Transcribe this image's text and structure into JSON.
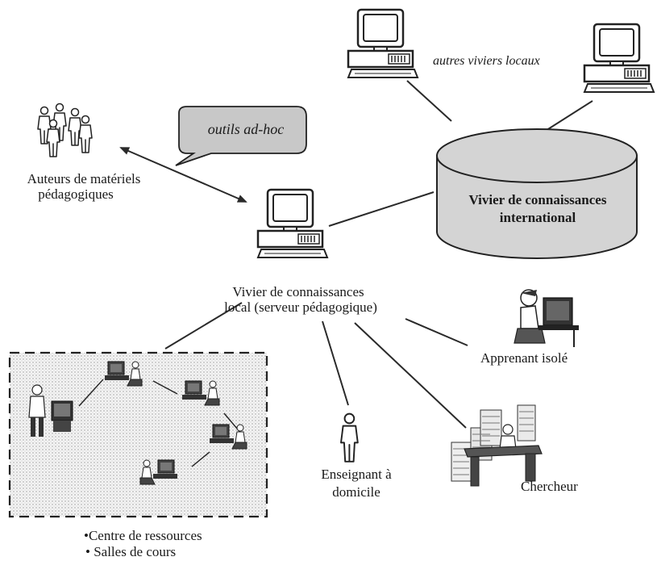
{
  "labels": {
    "authors_line1": "Auteurs de matériels",
    "authors_line2": "pédagogiques",
    "adhoc_tools": "outils ad-hoc",
    "other_local_pools": "autres viviers locaux",
    "international_line1": "Vivier de connaissances",
    "international_line2": "international",
    "local_line1": "Vivier de connaissances",
    "local_line2": "local (serveur pédagogique)",
    "isolated_learner": "Apprenant isolé",
    "home_teacher_line1": "Enseignant à",
    "home_teacher_line2": "domicile",
    "researcher": "Chercheur",
    "bullet_resource_center": "•Centre de ressources",
    "bullet_classrooms": "• Salles de cours"
  },
  "colors": {
    "line": "#2a2a2a",
    "cylinder_fill": "#d4d4d4",
    "bubble_fill": "#c8c8c8",
    "computer_fill": "#ffffff",
    "stipple": "#b0b0b0"
  }
}
